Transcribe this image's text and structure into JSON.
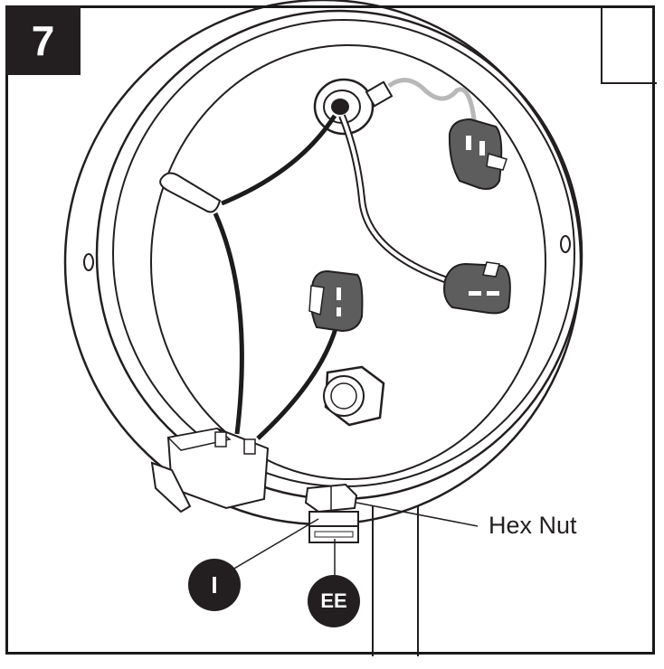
{
  "step": {
    "number": "7"
  },
  "callouts": {
    "hex_nut": "Hex Nut",
    "part_i": "I",
    "part_ee": "EE"
  },
  "colors": {
    "ink": "#231f20",
    "wire_black": "#1c1c1c",
    "wire_white": "#ffffff",
    "wire_gray": "#b8b8b8",
    "connector_fill": "#5d5d5d",
    "background": "#ffffff"
  }
}
